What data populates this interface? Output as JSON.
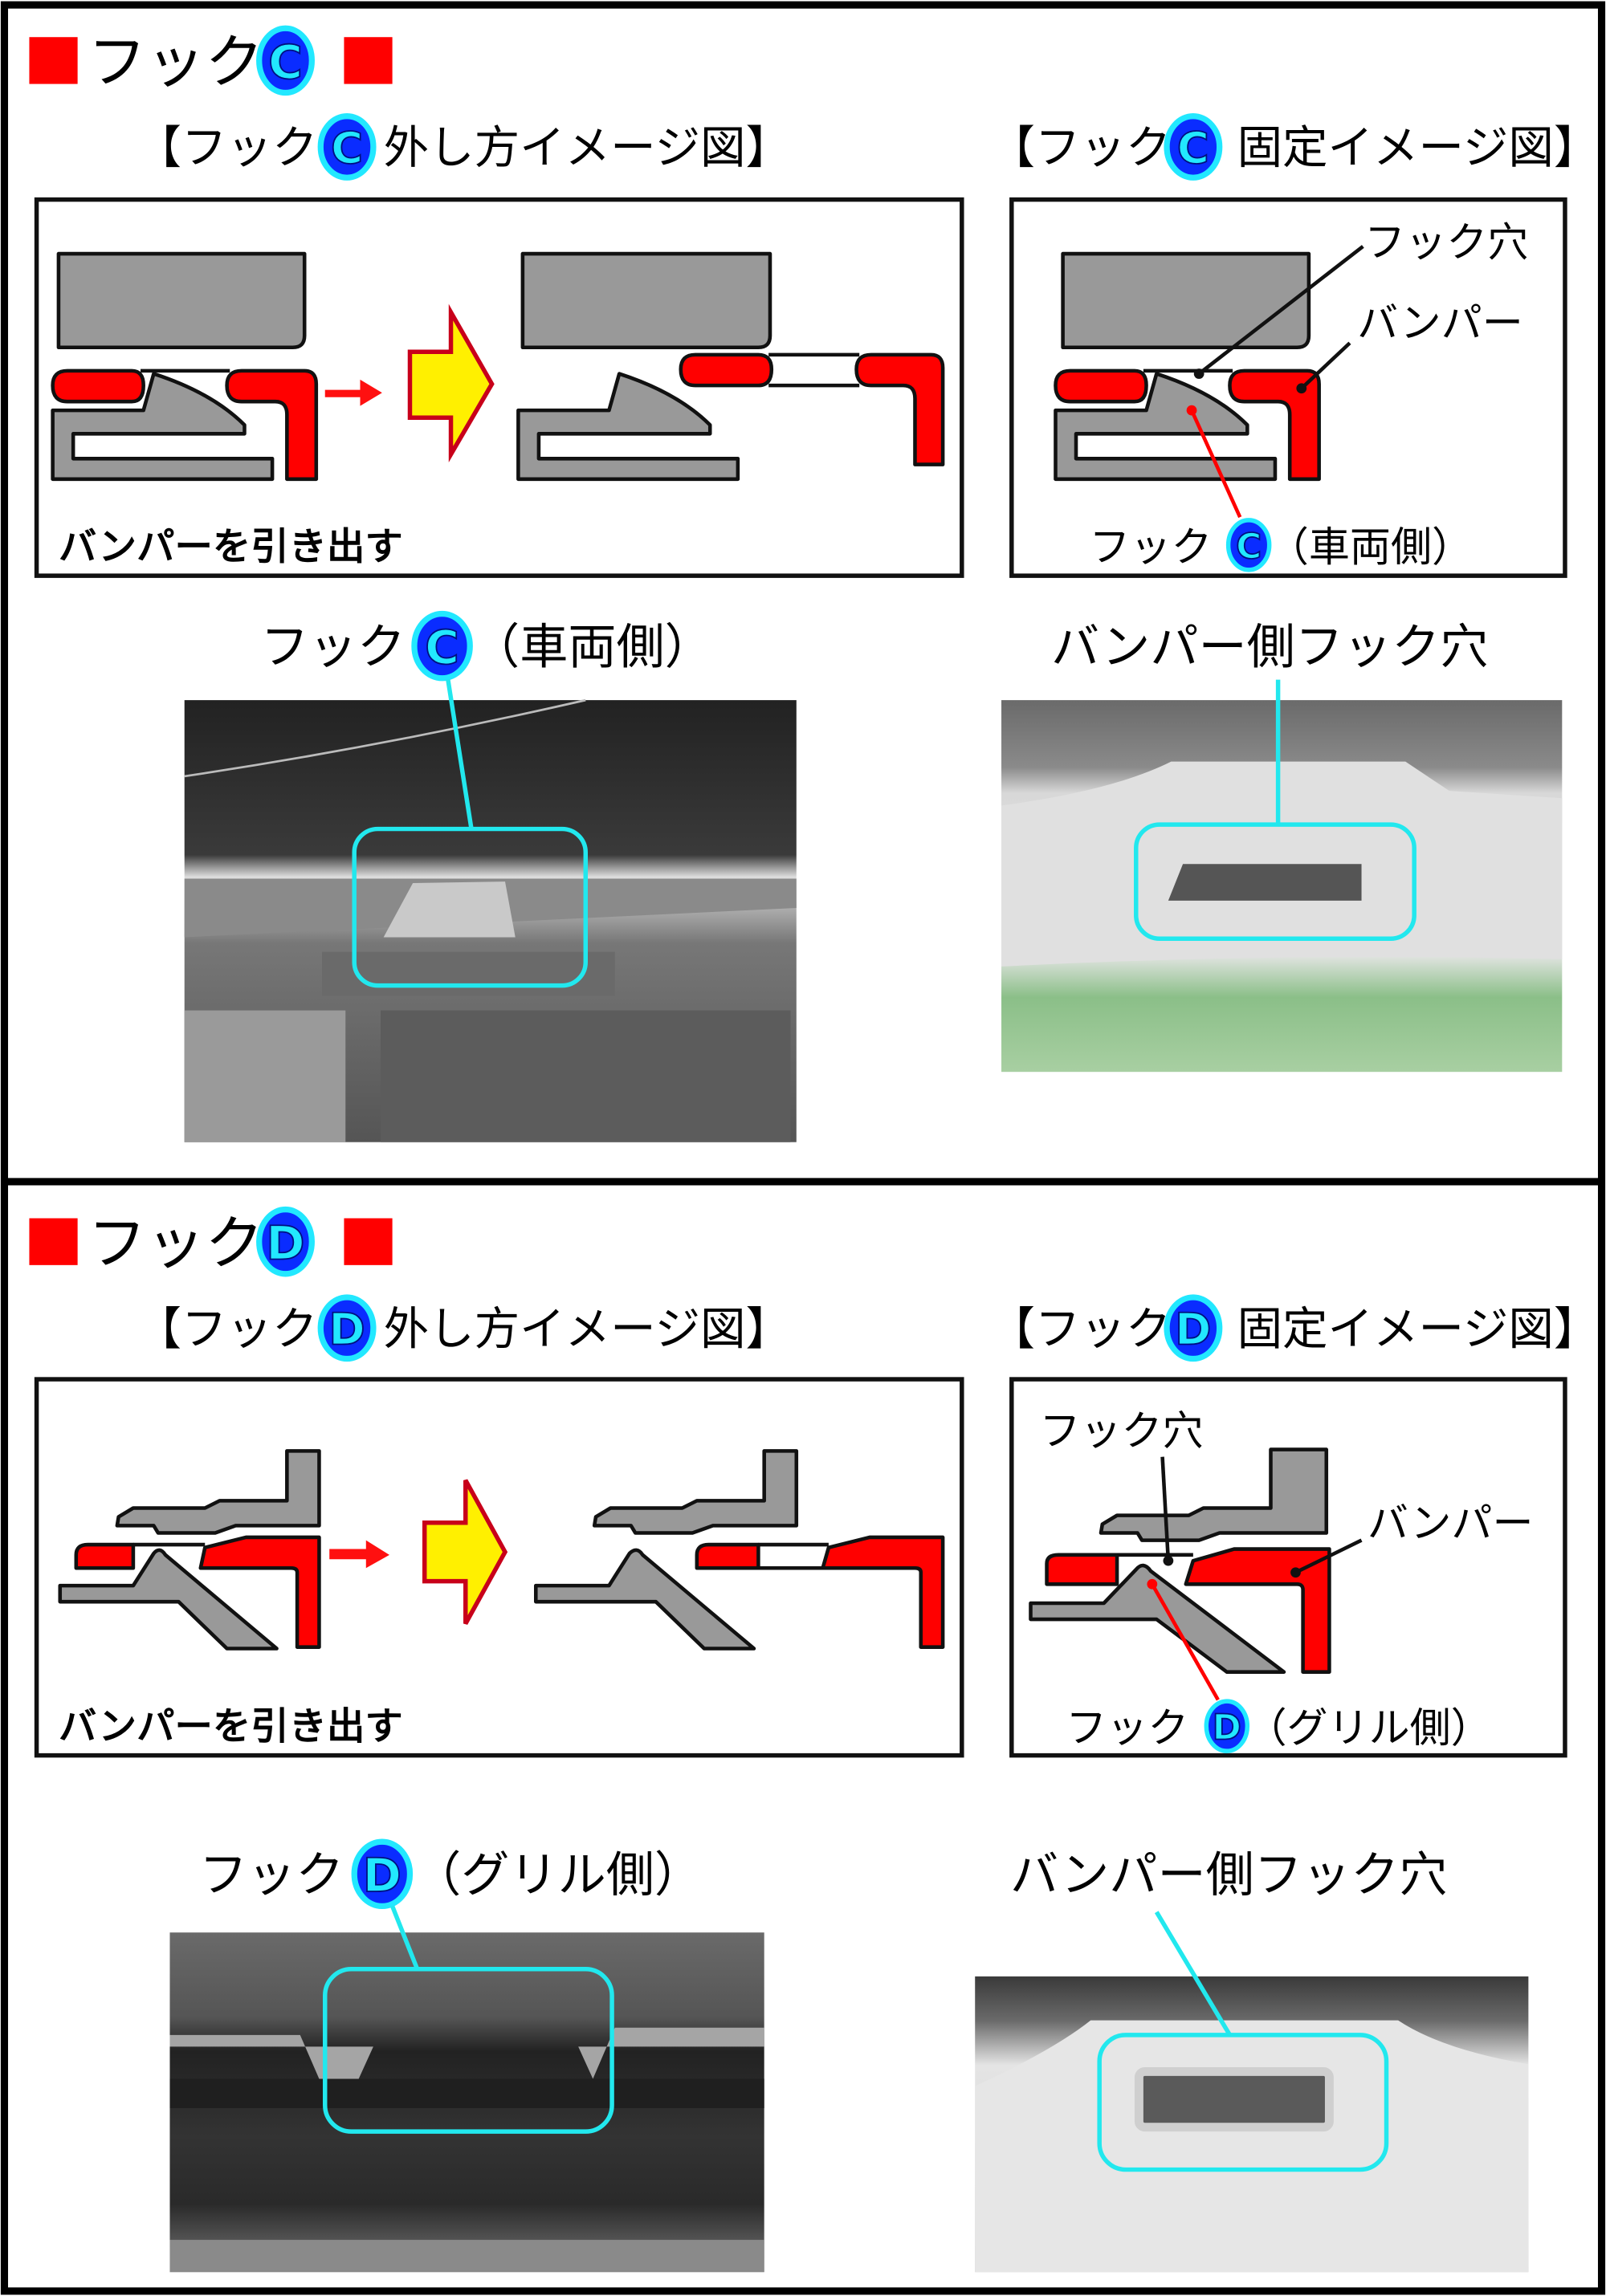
{
  "sections": [
    {
      "title": "フック",
      "letter": "C",
      "removal_title_prefix": "【フック",
      "removal_title_suffix": "外し方イメージ図】",
      "fixed_title_prefix": "【フック",
      "fixed_title_suffix": "固定イメージ図】",
      "removal_caption": "バンパーを引き出す",
      "label_hook_hole": "フック穴",
      "label_bumper": "バンパー",
      "label_hook_prefix": "フック",
      "label_hook_side": "（車両側）",
      "photo_left_prefix": "フック",
      "photo_left_side": "（車両側）",
      "photo_right_caption": "バンパー側フック穴"
    },
    {
      "title": "フック",
      "letter": "D",
      "removal_title_prefix": "【フック",
      "removal_title_suffix": "外し方イメージ図】",
      "fixed_title_prefix": "【フック",
      "fixed_title_suffix": "固定イメージ図】",
      "removal_caption": "バンパーを引き出す",
      "label_hook_hole": "フック穴",
      "label_bumper": "バンパー",
      "label_hook_prefix": "フック",
      "label_hook_side": "（グリル側）",
      "photo_left_prefix": "フック",
      "photo_left_side": "（グリル側）",
      "photo_right_caption": "バンパー側フック穴"
    }
  ],
  "colors": {
    "marker": "#ff0000",
    "badge_fill": "#0a2cff",
    "badge_ring": "#22e8ff",
    "callout": "#22e8ee",
    "bumper": "#ff0000",
    "part": "#999999",
    "arrow": "#fff000"
  }
}
